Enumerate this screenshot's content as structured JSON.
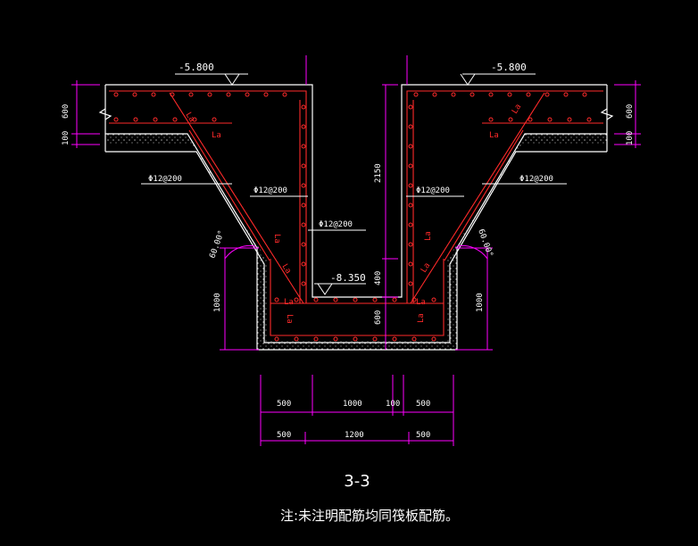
{
  "drawing": {
    "section_title": "3-3",
    "note": "注:未注明配筋均同筏板配筋。"
  },
  "levels": {
    "left_top": "-5.800",
    "right_top": "-5.800",
    "pit_bottom": "-8.350"
  },
  "rebar_labels": {
    "left_outer": "Φ12@200",
    "left_inner": "Φ12@200",
    "center": "Φ12@200",
    "right_inner": "Φ12@200",
    "right_outer": "Φ12@200"
  },
  "anchor_labels": {
    "la_1": "La",
    "la_2": "La",
    "la_3": "La",
    "la_4": "La",
    "la_5": "La",
    "la_6": "La",
    "la_7": "La",
    "la_8": "La",
    "la_9": "La",
    "la_10": "La",
    "la_11": "La",
    "la_12": "La"
  },
  "angles": {
    "left": "60.00°",
    "right": "60.00°"
  },
  "dimensions": {
    "left_slab_600": "600",
    "left_slab_100": "100",
    "right_slab_600": "600",
    "right_slab_100": "100",
    "depth_2150": "2150",
    "depth_400": "400",
    "depth_600": "600",
    "left_1000": "1000",
    "right_1000": "1000",
    "row1_a": "500",
    "row1_b": "1000",
    "row1_c": "100",
    "row1_d": "500",
    "row2_a": "500",
    "row2_b": "1200",
    "row2_c": "500"
  },
  "colors": {
    "background": "#000000",
    "concrete": "#ffffff",
    "rebar": "#ff2a2a",
    "dimension": "#ff00ff",
    "text": "#ffffff",
    "level_mark": "#ffffff"
  }
}
